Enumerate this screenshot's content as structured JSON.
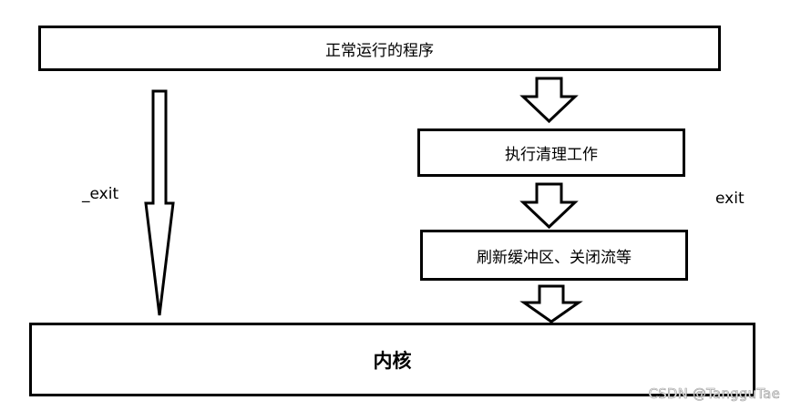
{
  "boxes": {
    "program": "正常运行的程序",
    "cleanup": "执行清理工作",
    "flush": "刷新缓冲区、关闭流等",
    "kernel": "内核"
  },
  "labels": {
    "underscore_exit": "_exit",
    "exit": "exit"
  },
  "watermark": "CSDN @TangguTae",
  "colors": {
    "stroke": "#000000",
    "background": "#ffffff"
  }
}
